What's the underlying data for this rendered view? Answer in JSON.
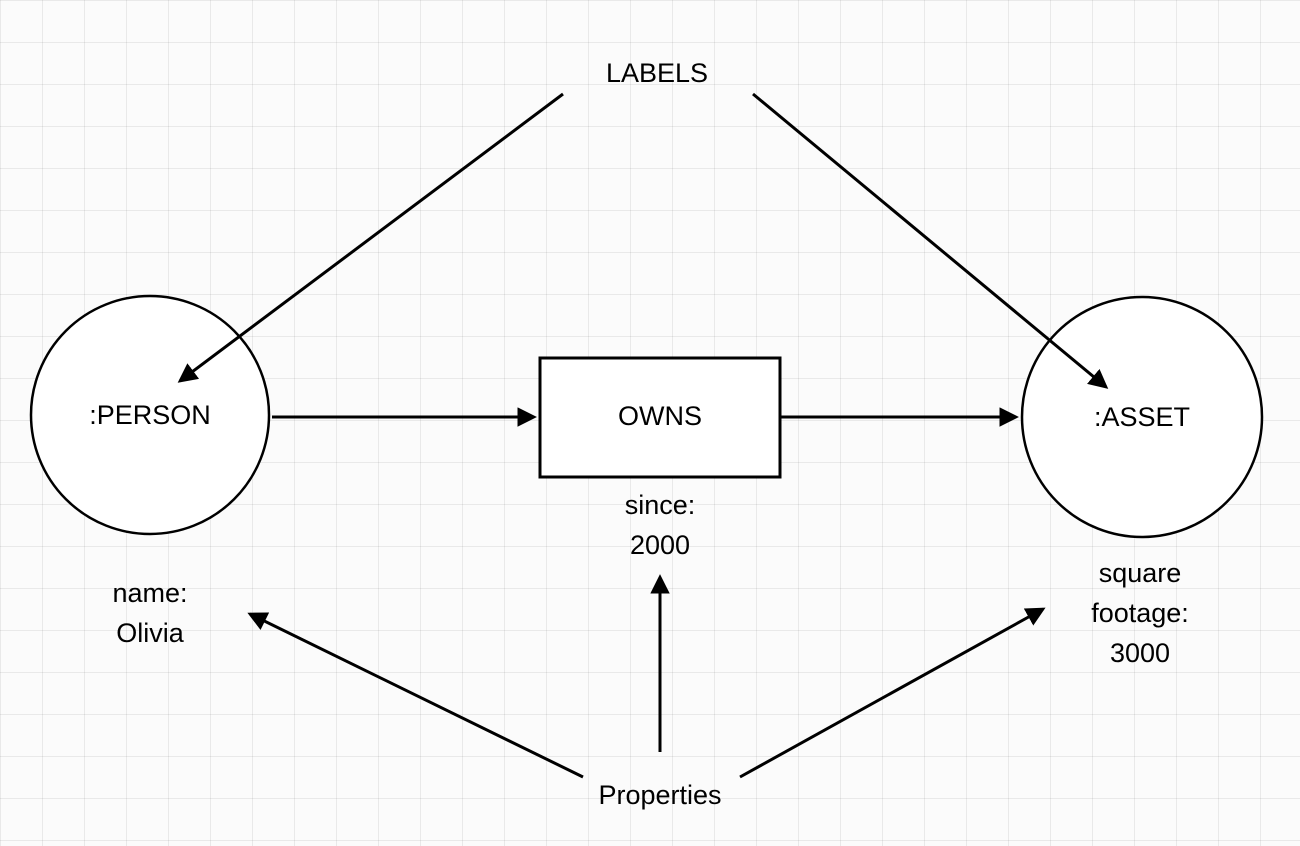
{
  "diagram": {
    "labels_annotation": "LABELS",
    "properties_annotation": "Properties",
    "person_node": {
      "label": ":PERSON",
      "properties": "name:\nOlivia"
    },
    "owns_relationship": {
      "label": "OWNS",
      "properties": "since:\n2000"
    },
    "asset_node": {
      "label": ":ASSET",
      "properties": "square\nfootage:\n3000"
    },
    "colors": {
      "stroke": "#000000",
      "fill": "#ffffff",
      "grid_line": "#e8e8e8",
      "background": "#fbfbfb"
    }
  }
}
